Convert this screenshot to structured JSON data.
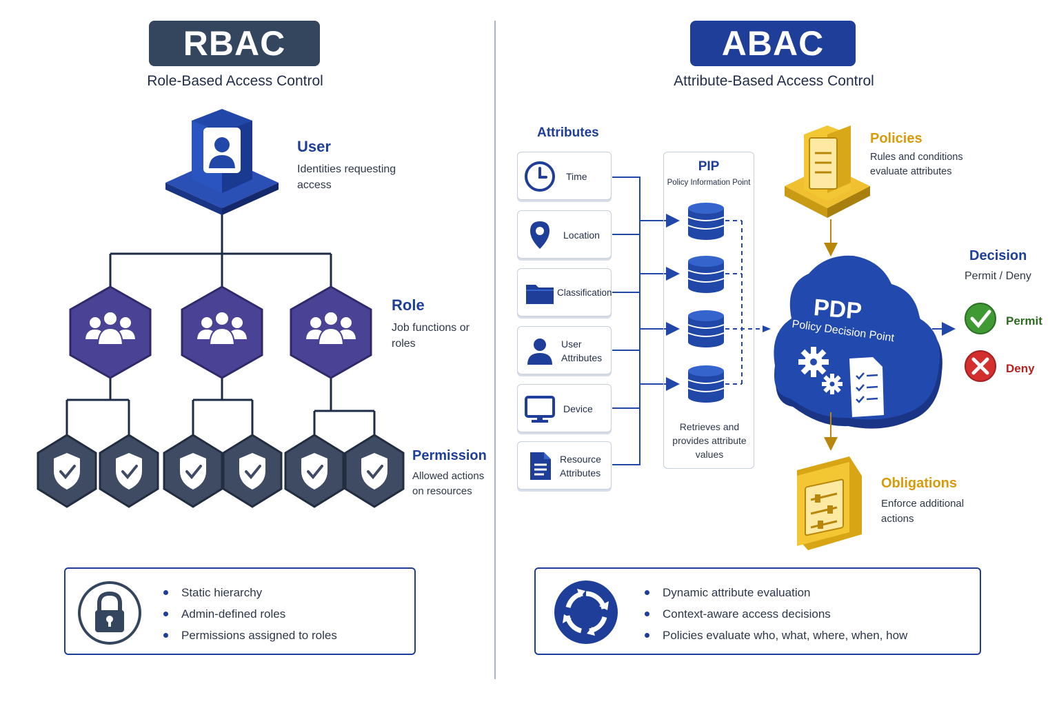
{
  "rbac": {
    "title": "RBAC",
    "subtitle": "Role-Based Access Control",
    "user": {
      "title": "User",
      "desc": "Identities requesting access"
    },
    "role": {
      "title": "Role",
      "desc": "Job functions or roles"
    },
    "permission": {
      "title": "Permission",
      "desc": "Allowed actions on resources"
    },
    "summary": [
      "Static hierarchy",
      "Admin-defined roles",
      "Permissions assigned to roles"
    ]
  },
  "abac": {
    "title": "ABAC",
    "subtitle": "Attribute-Based Access Control",
    "attributes_title": "Attributes",
    "attributes": [
      {
        "label": "Time",
        "icon": "clock-icon"
      },
      {
        "label": "Location",
        "icon": "location-pin-icon"
      },
      {
        "label": "Classification",
        "icon": "folder-icon"
      },
      {
        "label": "User Attributes",
        "icon": "user-icon"
      },
      {
        "label": "Device",
        "icon": "monitor-icon"
      },
      {
        "label": "Resource Attributes",
        "icon": "document-icon"
      }
    ],
    "pip": {
      "title": "PIP",
      "subtitle": "Policy Information Point",
      "desc": "Retrieves and provides attribute values"
    },
    "pdp": {
      "title": "PDP",
      "subtitle": "Policy Decision Point"
    },
    "policies": {
      "title": "Policies",
      "desc": "Rules and conditions evaluate attributes"
    },
    "obligations": {
      "title": "Obligations",
      "desc": "Enforce additional actions"
    },
    "decision": {
      "title": "Decision",
      "subtitle": "Permit / Deny",
      "permit": "Permit",
      "deny": "Deny"
    },
    "summary": [
      "Dynamic attribute evaluation",
      "Context-aware access decisions",
      "Policies evaluate who, what, where, when, how"
    ]
  },
  "colors": {
    "rbac_badge": "#34455e",
    "abac_badge": "#1e3e9a",
    "primary_blue": "#2148a8",
    "role_purple": "#4a4395",
    "permission_slate": "#3e4b63",
    "policy_gold": "#f0c030",
    "permit_green": "#3f9a34",
    "deny_red": "#d32f2f"
  }
}
